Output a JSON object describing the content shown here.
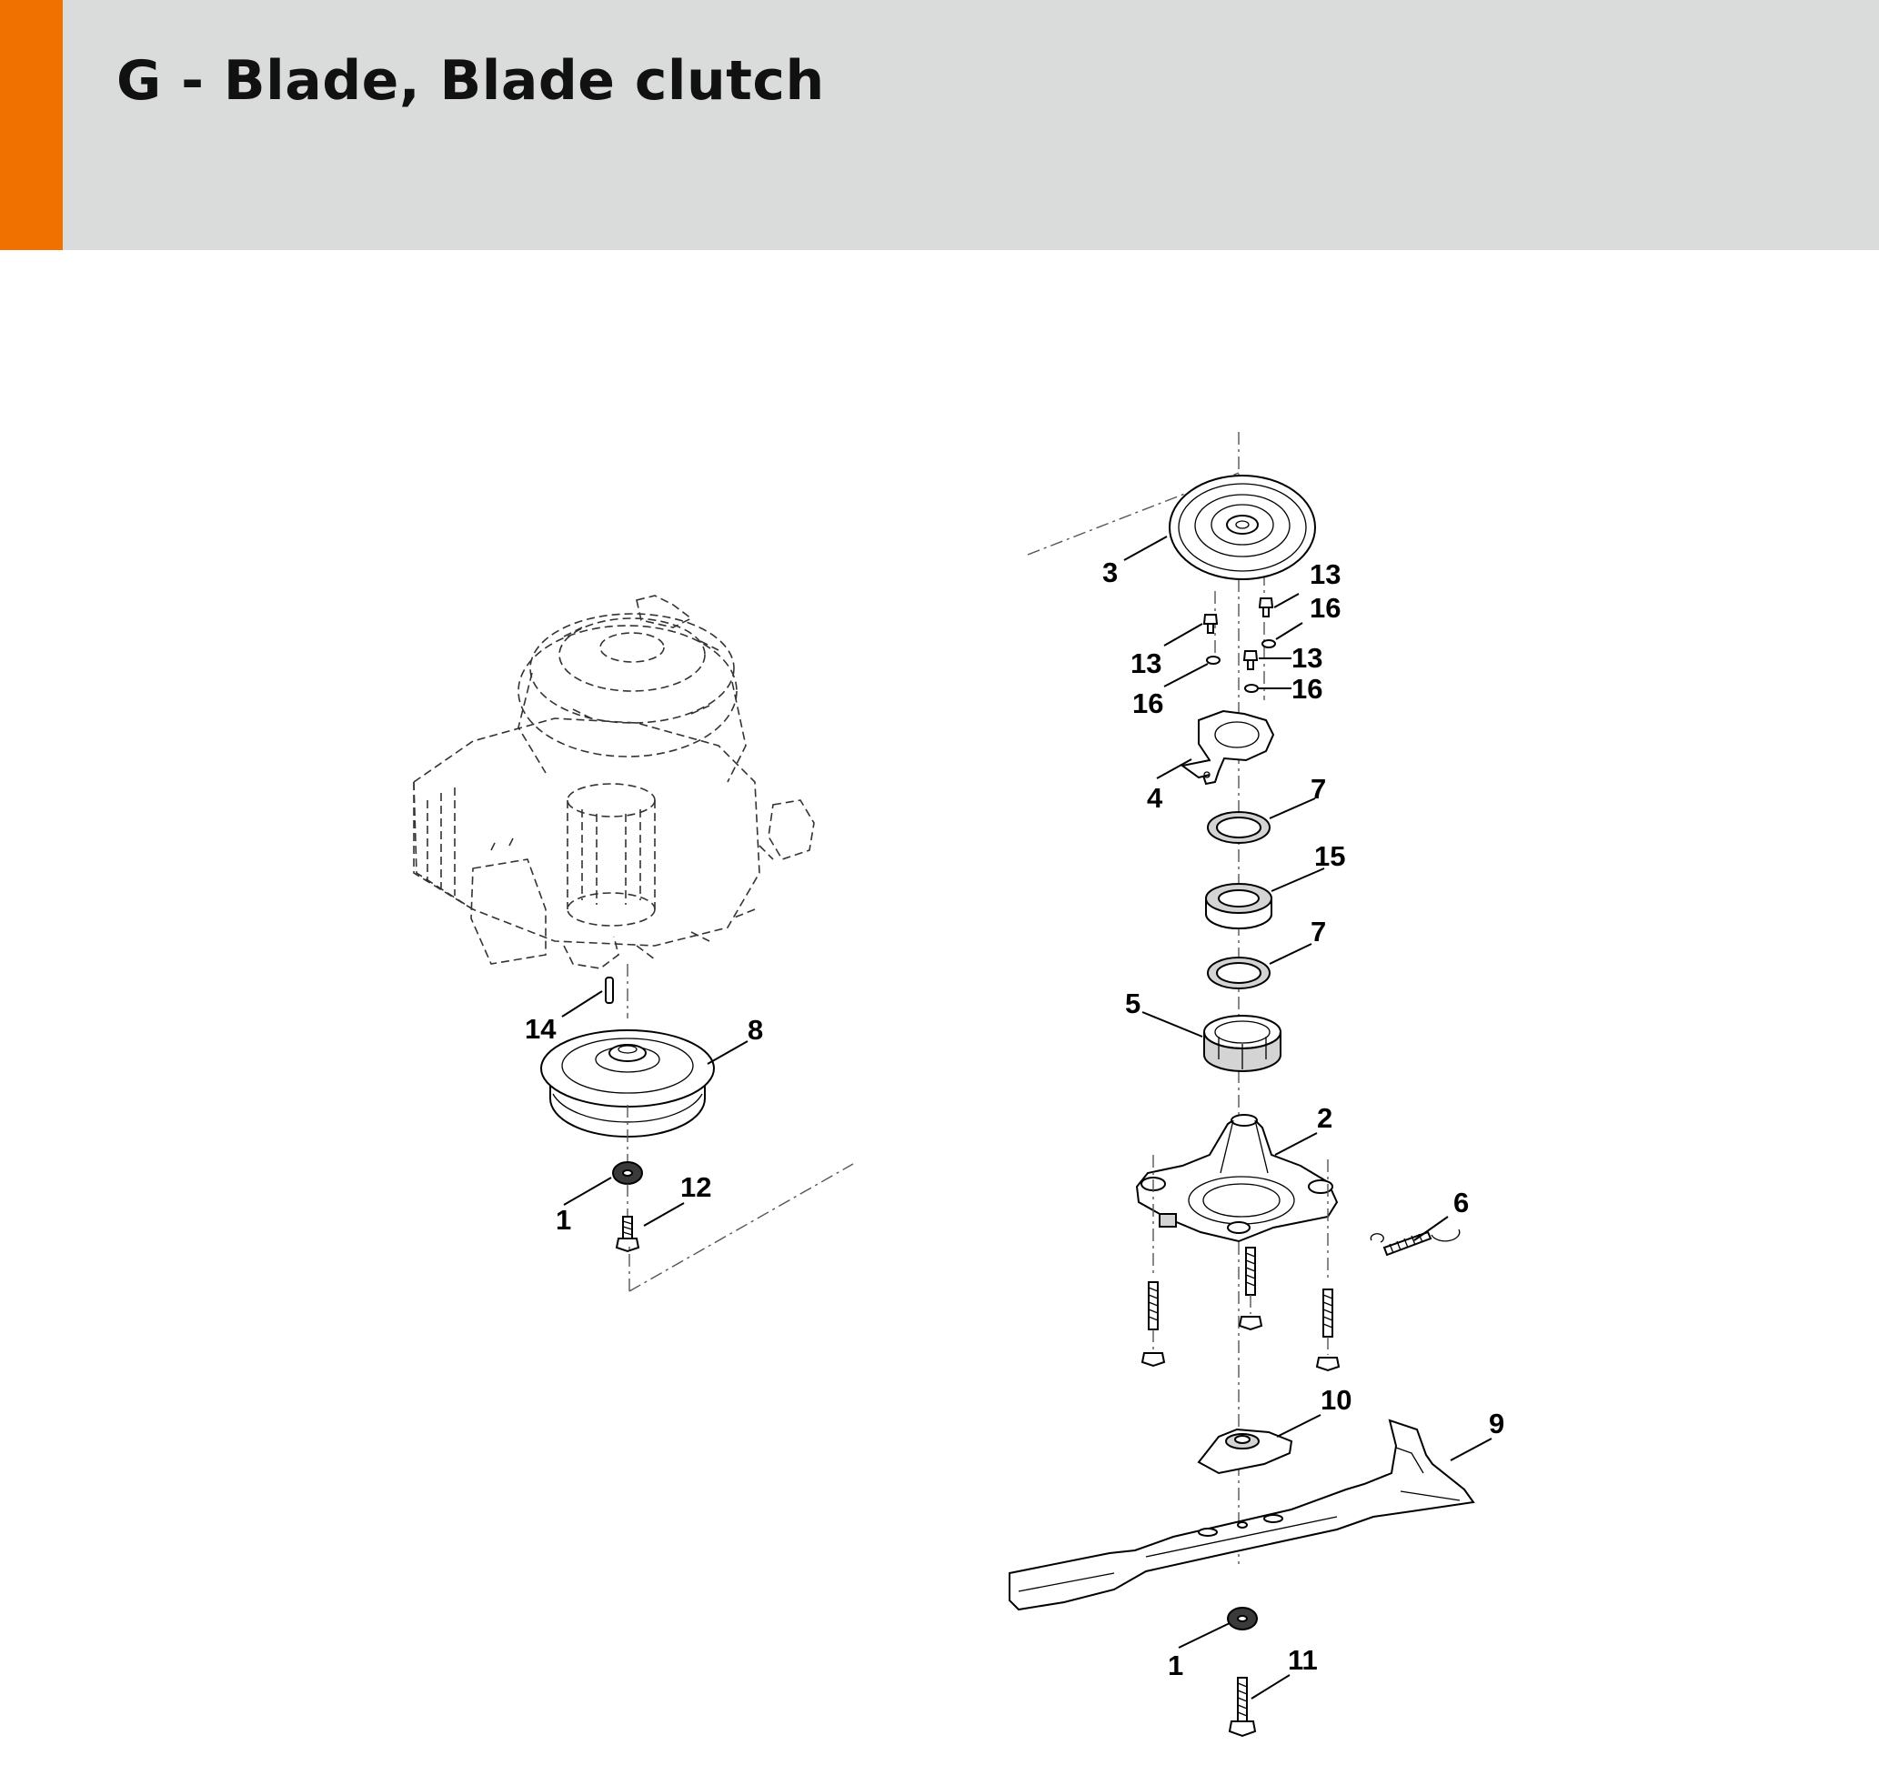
{
  "header": {
    "title": "G - Blade, Blade clutch",
    "accent_color": "#f07000",
    "background_color": "#dadbdb"
  },
  "diagram": {
    "callouts": {
      "c1a": "1",
      "c12": "12",
      "c14": "14",
      "c8": "8",
      "c3": "3",
      "c13a": "13",
      "c16a": "16",
      "c13b": "13",
      "c16b": "16",
      "c13c": "13",
      "c16c": "16",
      "c4": "4",
      "c7a": "7",
      "c15": "15",
      "c7b": "7",
      "c5": "5",
      "c2": "2",
      "c6": "6",
      "c10": "10",
      "c9": "9",
      "c1b": "1",
      "c11": "11"
    }
  }
}
